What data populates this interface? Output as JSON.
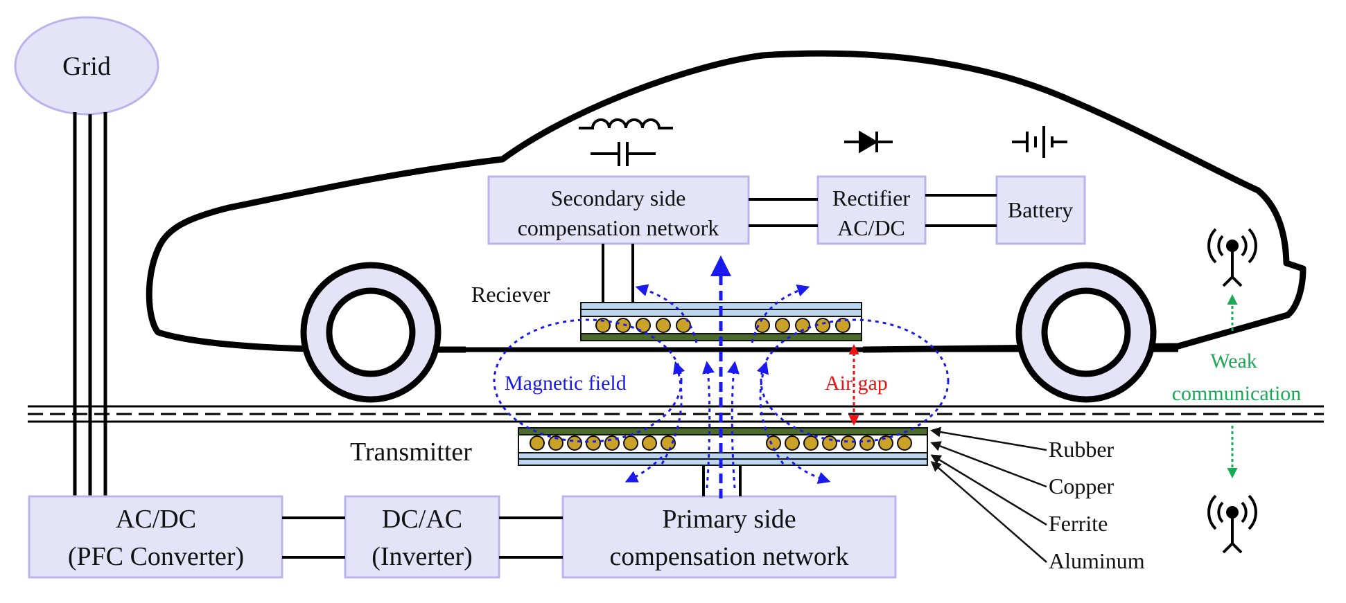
{
  "labels": {
    "grid": "Grid",
    "secondary_line1": "Secondary side",
    "secondary_line2": "compensation network",
    "rectifier_line1": "Rectifier",
    "rectifier_line2": "AC/DC",
    "battery": "Battery",
    "receiver": "Reciever",
    "transmitter": "Transmitter",
    "magnetic_field": "Magnetic field",
    "air_gap": "Air gap",
    "weak_line1": "Weak",
    "weak_line2": "communication",
    "acdc_line1": "AC/DC",
    "acdc_line2": "(PFC Converter)",
    "dcac_line1": "DC/AC",
    "dcac_line2": "(Inverter)",
    "primary_line1": "Primary side",
    "primary_line2": "compensation network",
    "layer_rubber": "Rubber",
    "layer_copper": "Copper",
    "layer_ferrite": "Ferrite",
    "layer_aluminum": "Aluminum"
  },
  "colors": {
    "box_fill": "#e5e3f7",
    "box_stroke": "#b9b4ec",
    "field_blue": "#1a1aee",
    "airgap_red": "#ee1111",
    "comm_green": "#1aaa55",
    "ferrite_green": "#4a6b2a",
    "aluminum_blue": "#bcd6ee",
    "coil_copper": "#c9a227"
  },
  "icons": [
    "inductor-icon",
    "capacitor-icon",
    "diode-icon",
    "battery-icon",
    "antenna-icon"
  ]
}
